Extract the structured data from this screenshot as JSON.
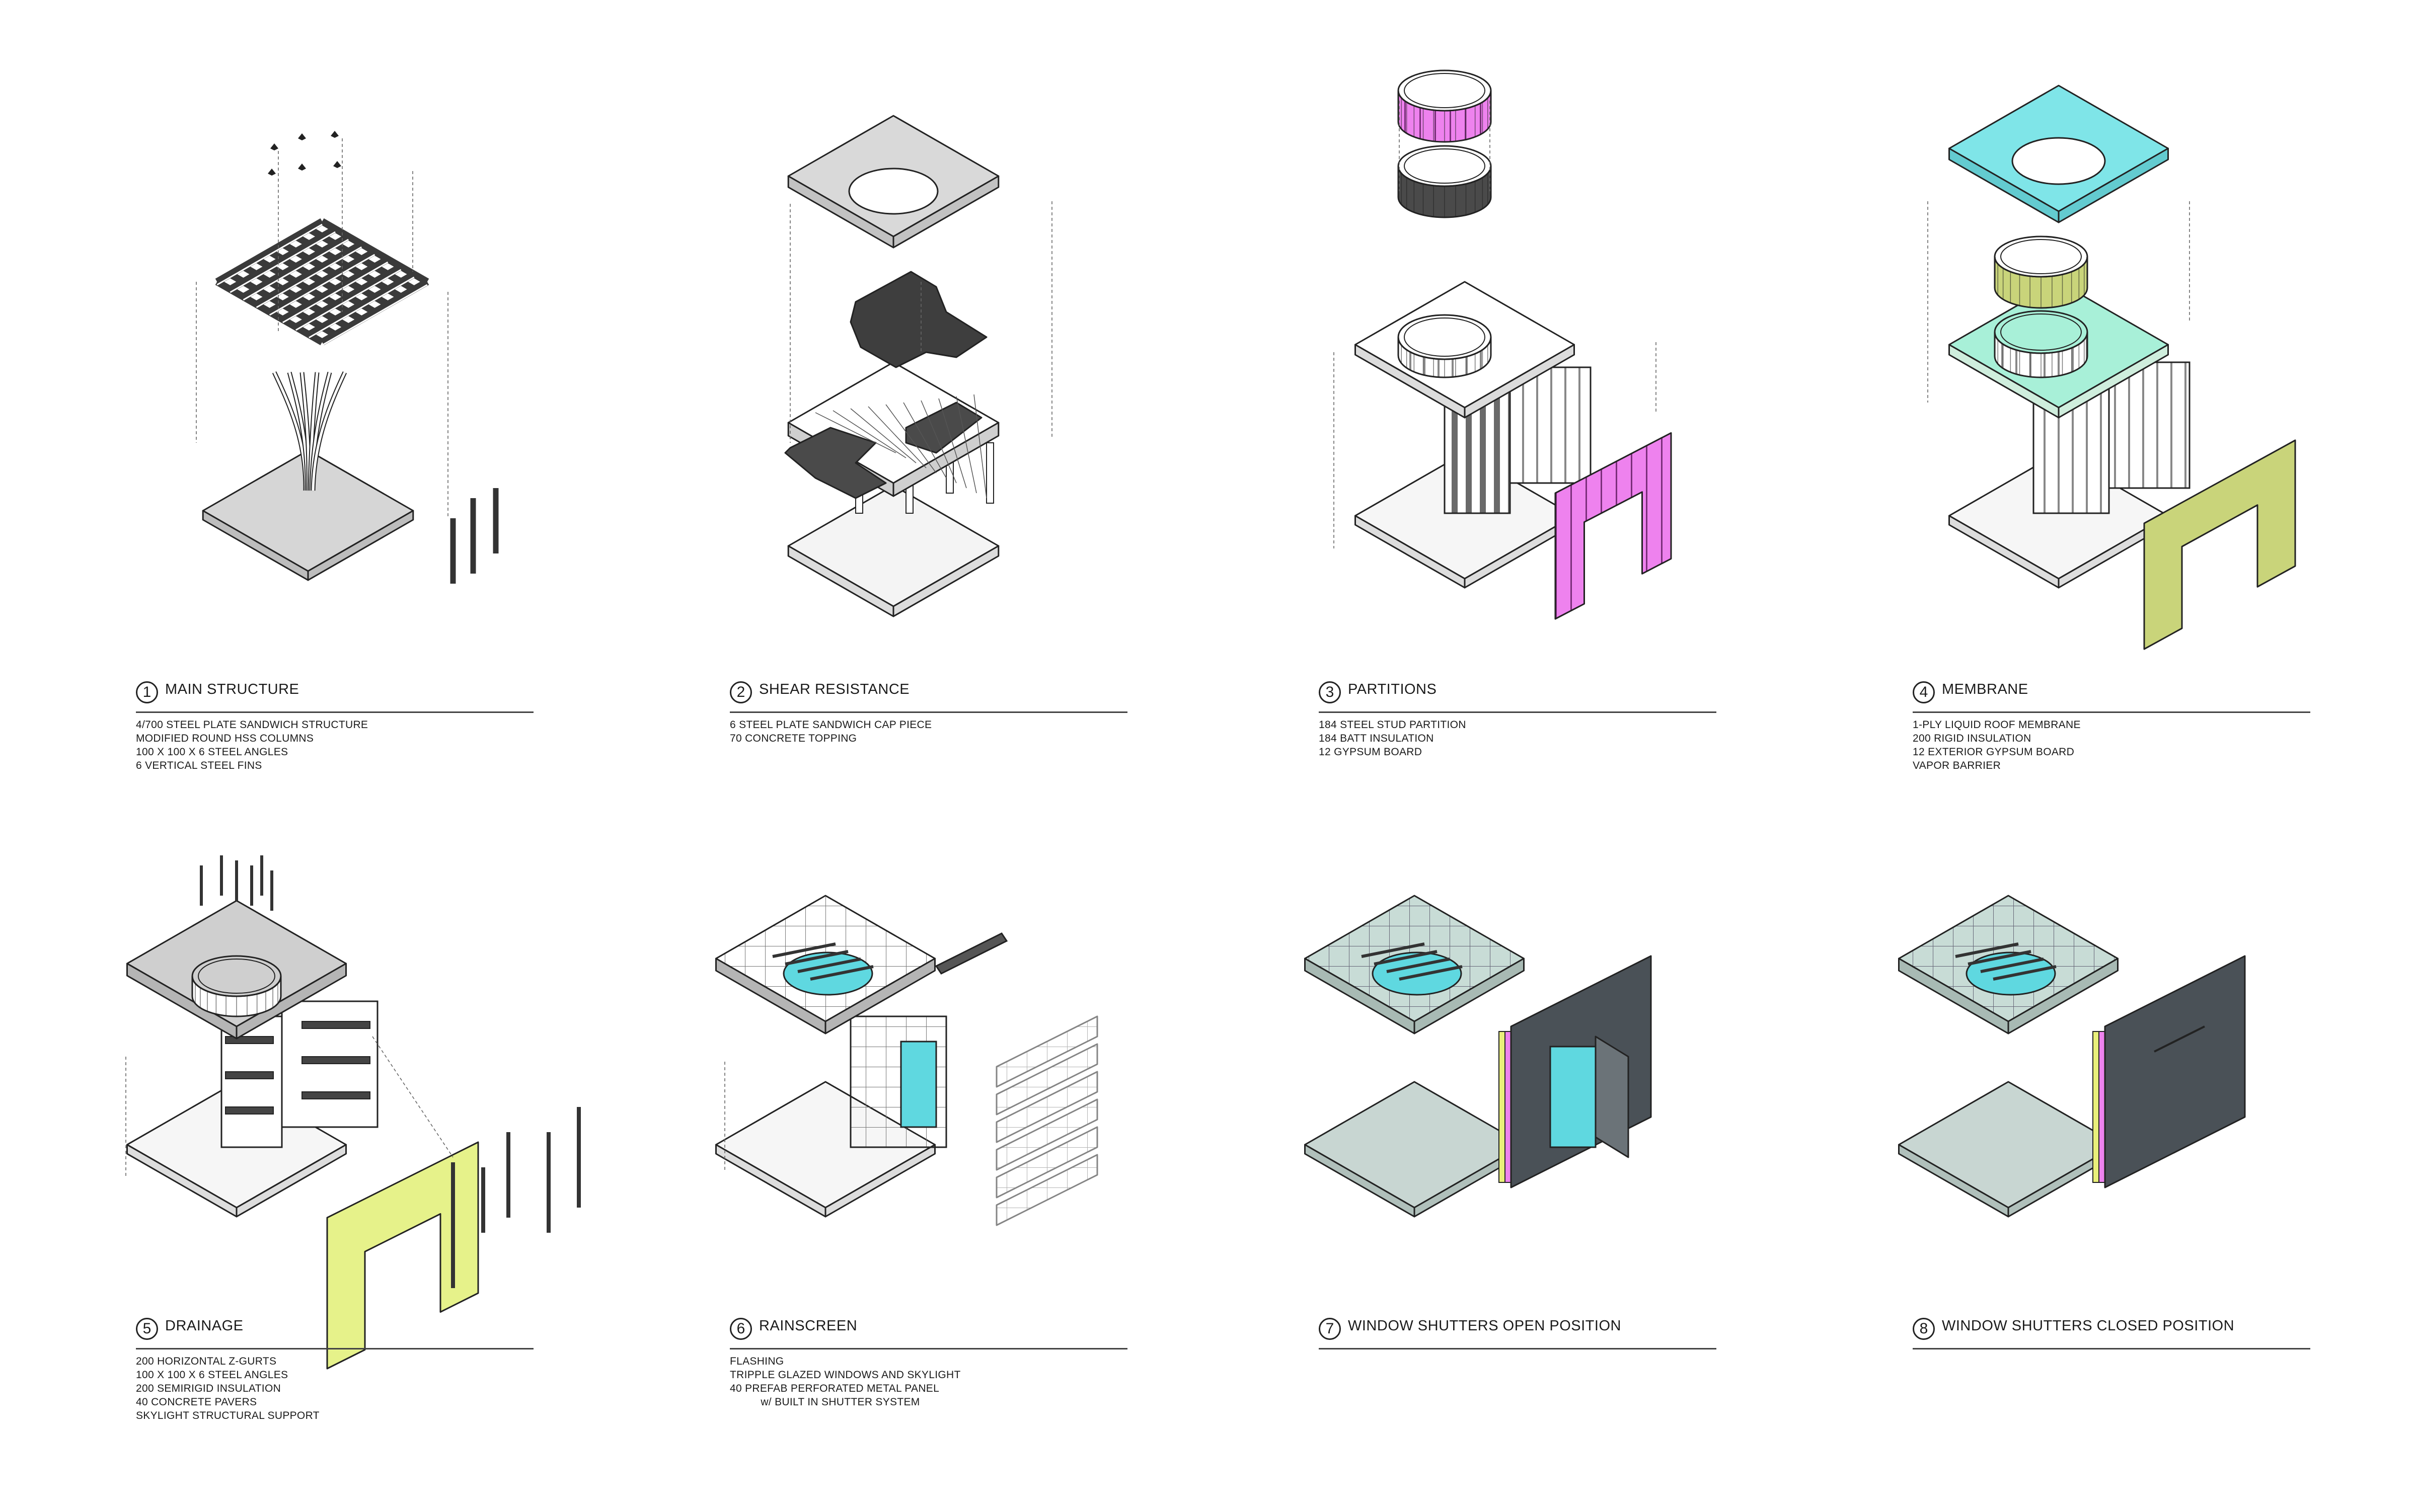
{
  "panels": [
    {
      "number": "1",
      "title": "MAIN STRUCTURE",
      "lines": [
        "4/700 STEEL PLATE SANDWICH STRUCTURE",
        "MODIFIED ROUND HSS COLUMNS",
        "100 X 100 X 6 STEEL ANGLES",
        "6 VERTICAL STEEL FINS"
      ]
    },
    {
      "number": "2",
      "title": "SHEAR RESISTANCE",
      "lines": [
        "6 STEEL PLATE SANDWICH CAP PIECE",
        "70 CONCRETE TOPPING"
      ]
    },
    {
      "number": "3",
      "title": "PARTITIONS",
      "lines": [
        "184 STEEL STUD PARTITION",
        "184 BATT INSULATION",
        "12 GYPSUM BOARD"
      ]
    },
    {
      "number": "4",
      "title": "MEMBRANE",
      "lines": [
        "1-PLY LIQUID ROOF MEMBRANE",
        "200 RIGID INSULATION",
        "12 EXTERIOR GYPSUM BOARD",
        "VAPOR BARRIER"
      ]
    },
    {
      "number": "5",
      "title": "DRAINAGE",
      "lines": [
        "200 HORIZONTAL Z-GURTS",
        "100 X 100 X 6 STEEL ANGLES",
        "200 SEMIRIGID INSULATION",
        "40 CONCRETE PAVERS",
        "SKYLIGHT STRUCTURAL SUPPORT"
      ]
    },
    {
      "number": "6",
      "title": "RAINSCREEN",
      "lines": [
        "FLASHING",
        "TRIPPLE GLAZED WINDOWS AND SKYLIGHT",
        "40 PREFAB PERFORATED METAL PANEL",
        "          w/ BUILT IN SHUTTER SYSTEM"
      ]
    },
    {
      "number": "7",
      "title": "WINDOW SHUTTERS OPEN POSITION",
      "lines": []
    },
    {
      "number": "8",
      "title": "WINDOW SHUTTERS CLOSED POSITION",
      "lines": []
    }
  ],
  "colors": {
    "line": "#222222",
    "light_grey": "#d9d9d9",
    "mid_grey": "#a9a9a9",
    "dark_steel": "#3a3a3a",
    "magenta": "#ee82ee",
    "membrane_cyan": "#7fe5e8",
    "membrane_mint": "#a8f0d8",
    "olive": "#c9d47a",
    "yellow_green": "#e6f28a",
    "glass_cyan": "#5fd8e0",
    "slate": "#4a5157"
  }
}
